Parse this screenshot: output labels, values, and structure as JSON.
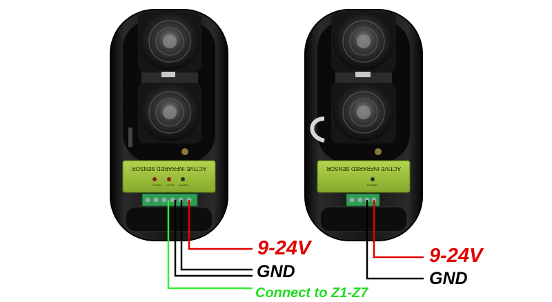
{
  "sensors": [
    {
      "id": "transmitter",
      "panel_text": "ACTIVE INFRARED SENSOR",
      "led_labels": [
        "GOOD",
        "LEVEL",
        "ALARM"
      ],
      "wires": [
        "green",
        "black",
        "black",
        "red"
      ]
    },
    {
      "id": "receiver",
      "panel_text": "ACTIVE INFRARED SENSOR",
      "led_labels": [
        "POWER"
      ],
      "wires": [
        "black",
        "red"
      ]
    }
  ],
  "labels": {
    "left_voltage": "9-24V",
    "left_ground": "GND",
    "left_signal": "Connect to Z1-Z7",
    "right_voltage": "9-24V",
    "right_ground": "GND"
  },
  "colors": {
    "housing": "#121212",
    "panel": "#9cc23a",
    "terminal": "#2e9e55",
    "wire_red": "#e00000",
    "wire_black": "#000000",
    "wire_green": "#33ee33",
    "label_red": "#e00000",
    "label_green": "#22dd22"
  }
}
